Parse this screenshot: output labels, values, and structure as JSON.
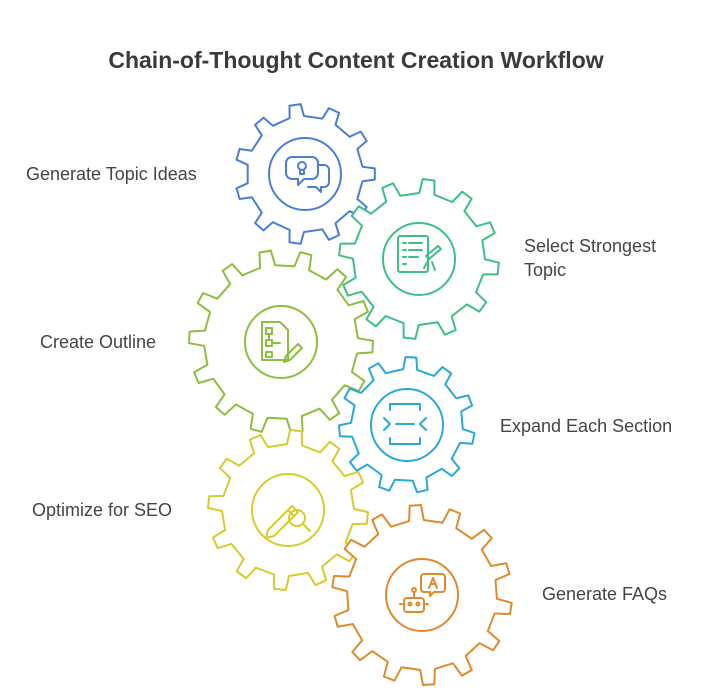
{
  "title": "Chain-of-Thought Content Creation Workflow",
  "steps": [
    {
      "label_lines": [
        "Generate Topic Ideas"
      ],
      "color": "#4a7fd8",
      "icon": "chat-lightbulb-icon"
    },
    {
      "label_lines": [
        "Select Strongest",
        "Topic"
      ],
      "color": "#3fbf85",
      "icon": "checklist-pen-icon"
    },
    {
      "label_lines": [
        "Create Outline"
      ],
      "color": "#8cbf3f",
      "icon": "outline-document-icon"
    },
    {
      "label_lines": [
        "Expand Each Section"
      ],
      "color": "#2aa8d8",
      "icon": "expand-brackets-icon"
    },
    {
      "label_lines": [
        "Optimize for SEO"
      ],
      "color": "#d6cc2e",
      "icon": "pen-magnifier-icon"
    },
    {
      "label_lines": [
        "Generate FAQs"
      ],
      "color": "#e08a2c",
      "icon": "robot-chat-icon"
    }
  ]
}
